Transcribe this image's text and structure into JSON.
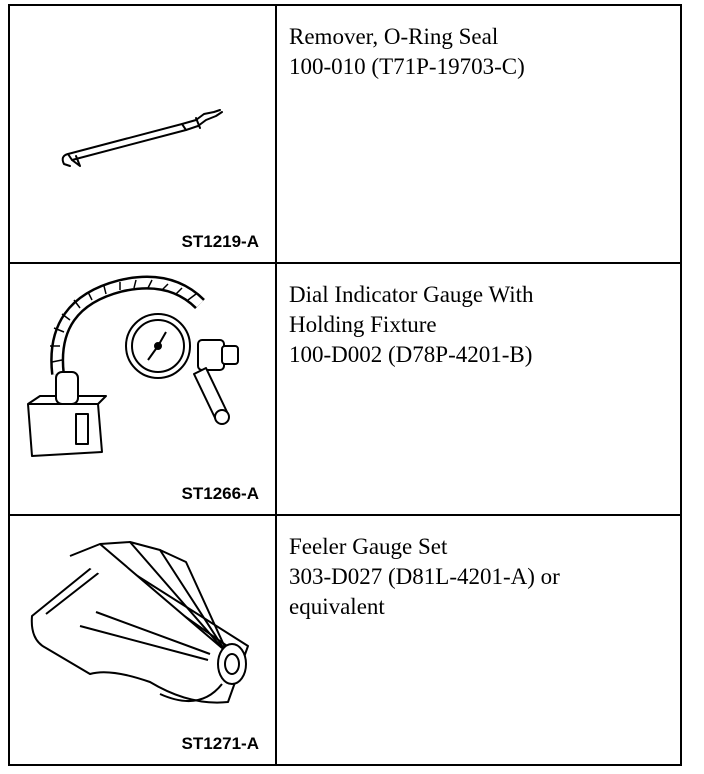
{
  "tools": [
    {
      "code": "ST1219-A",
      "illustration": "o-ring-seal-remover-icon",
      "lines": [
        "Remover, O-Ring Seal",
        "100-010 (T71P-19703-C)"
      ]
    },
    {
      "code": "ST1266-A",
      "illustration": "dial-indicator-gauge-icon",
      "lines": [
        "Dial Indicator Gauge With",
        "Holding Fixture",
        "100-D002 (D78P-4201-B)"
      ]
    },
    {
      "code": "ST1271-A",
      "illustration": "feeler-gauge-set-icon",
      "lines": [
        "Feeler Gauge Set",
        "303-D027 (D81L-4201-A) or",
        "equivalent"
      ]
    }
  ]
}
